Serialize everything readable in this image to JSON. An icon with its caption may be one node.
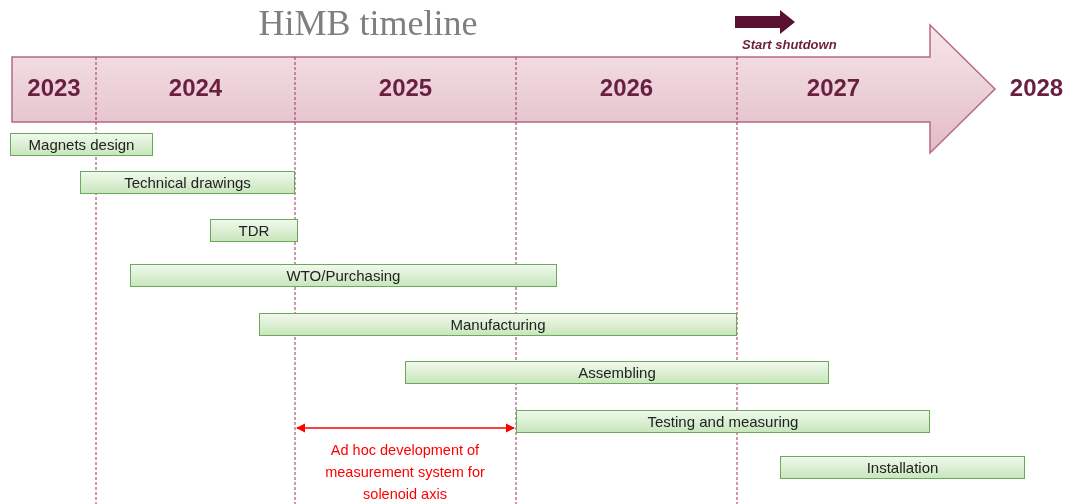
{
  "diagram": {
    "title": "HiMB timeline",
    "nodes": [
      {
        "text": [
          "Magnets design"
        ]
      },
      {
        "text": [
          "Technical drawings"
        ]
      },
      {
        "text": [
          "TDR"
        ]
      },
      {
        "text": [
          "WTO/Purchasing"
        ]
      },
      {
        "text": [
          "Manufacturing"
        ]
      },
      {
        "text": [
          "Assembling"
        ]
      },
      {
        "text": [
          "Testing and measuring"
        ]
      },
      {
        "text": [
          "Installation"
        ]
      }
    ],
    "labels": [
      "Start shutdown",
      "2023",
      "2024",
      "2025",
      "2026",
      "2027",
      "2028",
      "Ad hoc development of measurement system for solenoid axis"
    ]
  }
}
